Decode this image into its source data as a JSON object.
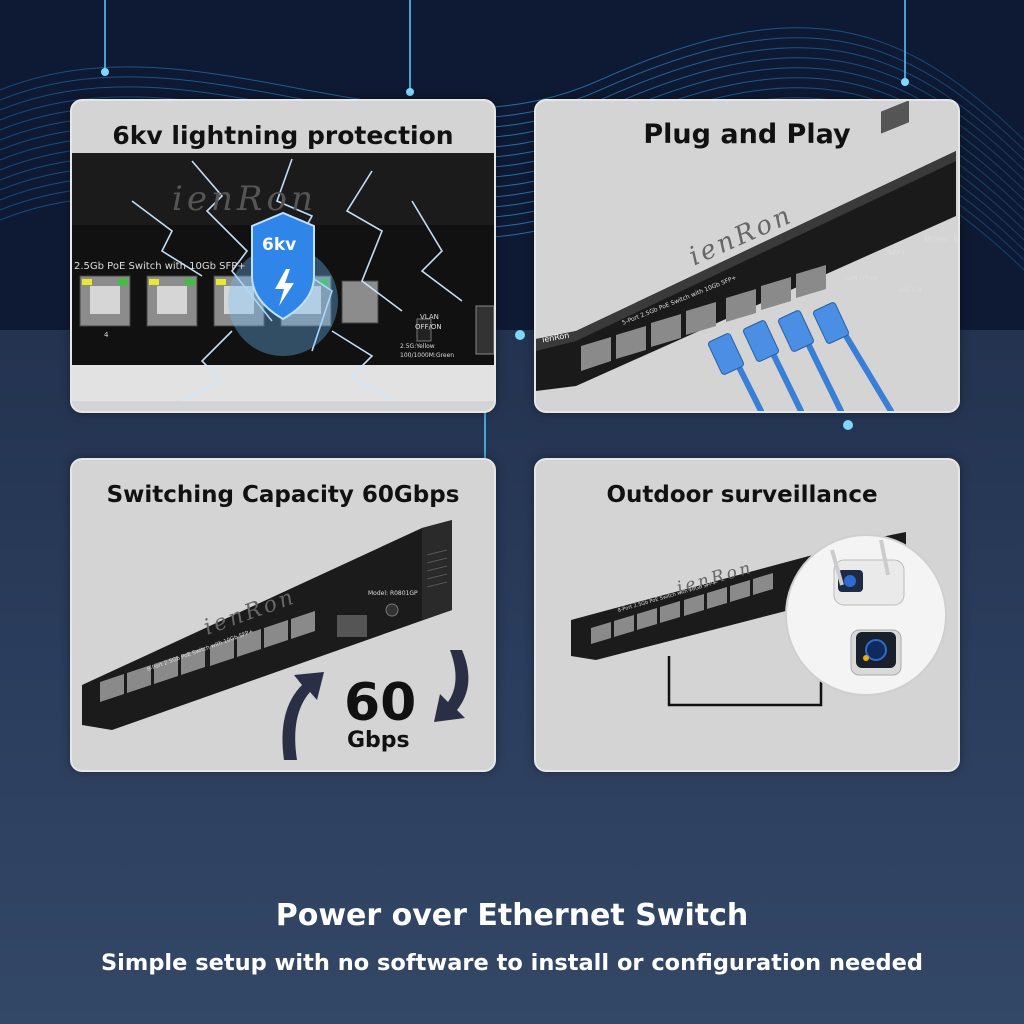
{
  "panels": [
    {
      "title": "6kv lightning protection",
      "shield_label": "6kv",
      "device_text": "2.5Gb PoE Switch with 10Gb SFP+",
      "brand": "ienRon",
      "vlan_label": "VLAN",
      "vlan_state": "OFF/ON",
      "led_legend_1": "2.5G:Yellow",
      "led_legend_2": "100/1000M:Green",
      "port_number": "4"
    },
    {
      "title": "Plug and Play",
      "brand": "ienRon",
      "device_text": "5-Port 2.5Gb PoE Switch with 10Gb SFP+",
      "sfp_label": "SFP+",
      "sfp_sub": "10G F/X",
      "vlan_label": "VLAN OFF/ON",
      "model_label": "Model: R08"
    },
    {
      "title": "Switching Capacity 60Gbps",
      "brand": "ienRon",
      "device_text": "8-Port 2.5Gb PoE Switch with 10Gb SFP+",
      "model_label": "Model: R0801GP",
      "capacity_value": "60",
      "capacity_unit": "Gbps"
    },
    {
      "title": "Outdoor surveillance",
      "brand": "ienRon",
      "device_text": "8-Port 2.5Gb PoE Switch with 10Gb SFP+"
    }
  ],
  "footer": {
    "title": "Power over Ethernet Switch",
    "subtitle": "Simple setup with no software to install or configuration needed"
  },
  "colors": {
    "background": "#22324f",
    "panel": "#d4d4d4",
    "accent_blue": "#2f86e8",
    "cable_blue": "#3a7fd6"
  }
}
